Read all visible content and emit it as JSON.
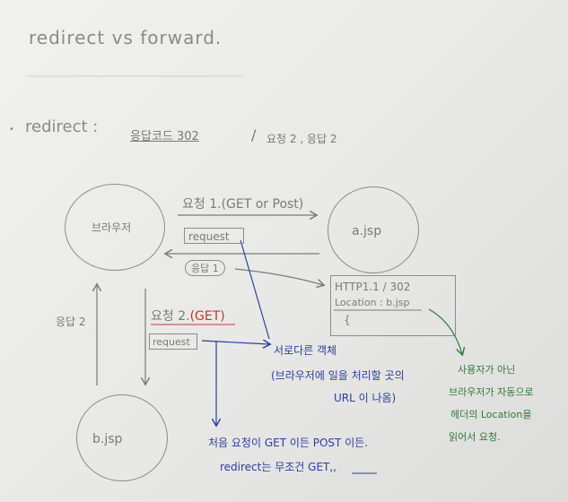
{
  "title": "redirect vs forward.",
  "bullet": "•",
  "redirect_line": {
    "label": "redirect :",
    "code": "응답코드 302",
    "separator": "/",
    "req_res": "요청 2 , 응답 2"
  },
  "nodes": {
    "browser": "브라우저",
    "a_jsp": "a.jsp",
    "b_jsp": "b.jsp"
  },
  "arrows": {
    "request1": "요청 1.(GET or Post)",
    "request1_box": "request",
    "response1": "응답 1",
    "request2": "요청 2.",
    "request2_method": "(GET)",
    "request2_box": "request",
    "response2": "응답 2"
  },
  "http_box": {
    "status": "HTTP1.1 / 302",
    "location": "Location : b.jsp",
    "brace": "{"
  },
  "blue_notes": {
    "line1": "서로다른 객체",
    "line2": "(브라우저에 일을 처리할 곳의",
    "line3": "URL 이 나옴)",
    "line4": "처음 요청이 GET 이든 POST 이든.",
    "line5": "redirect는 무조건 GET,,"
  },
  "green_notes": {
    "line1": "사용자가 아닌",
    "line2": "브라우저가 자동으로",
    "line3": "헤더의 Location을",
    "line4": "읽어서 요청."
  },
  "colors": {
    "pencil": "#7a7a7a",
    "red": "#c0392b",
    "blue": "#2c3e9e",
    "green": "#2f7a3a"
  }
}
